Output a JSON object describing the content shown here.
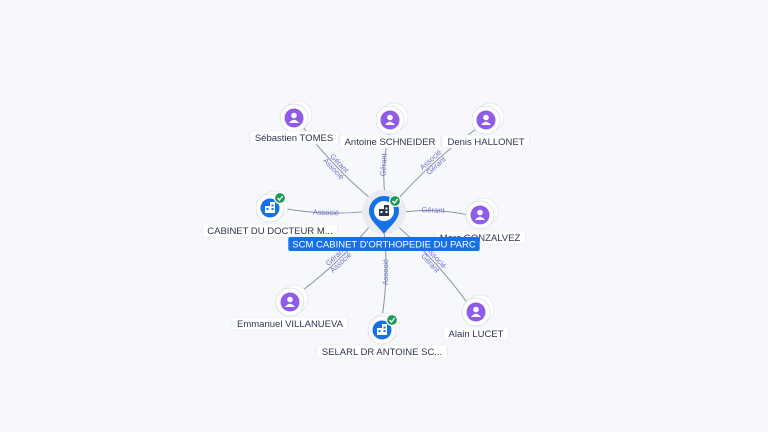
{
  "colors": {
    "person_icon": "#8e5ce8",
    "company_icon": "#1670e8",
    "check_badge": "#1e9a5a",
    "edge": "#8a93a6",
    "edge_label": "#6b73c9",
    "center_label_bg": "#1670e8"
  },
  "center": {
    "name": "SCM CABINET D'ORTHOPEDIE DU PARC",
    "icon": "building-icon",
    "verified": true
  },
  "nodes": [
    {
      "id": "n1",
      "name": "Sébastien TOMES",
      "type": "person",
      "icon": "person-icon",
      "roles": [
        "Gérant",
        "Associé"
      ]
    },
    {
      "id": "n2",
      "name": "Antoine SCHNEIDER",
      "type": "person",
      "icon": "person-icon",
      "roles": [
        "Gérant"
      ]
    },
    {
      "id": "n3",
      "name": "Denis HALLONET",
      "type": "person",
      "icon": "person-icon",
      "roles": [
        "Gérant",
        "Associé"
      ]
    },
    {
      "id": "n4",
      "name": "CABINET DU DOCTEUR M...",
      "type": "company",
      "icon": "building-icon",
      "verified": true,
      "roles": [
        "Associé"
      ]
    },
    {
      "id": "n5",
      "name": "Marc GONZALVEZ",
      "type": "person",
      "icon": "person-icon",
      "roles": [
        "Gérant"
      ]
    },
    {
      "id": "n6",
      "name": "Emmanuel VILLANUEVA",
      "type": "person",
      "icon": "person-icon",
      "roles": [
        "Gérant",
        "Associé"
      ]
    },
    {
      "id": "n7",
      "name": "SELARL DR ANTOINE SC...",
      "type": "company",
      "icon": "building-icon",
      "verified": true,
      "roles": [
        "Associé"
      ]
    },
    {
      "id": "n8",
      "name": "Alain LUCET",
      "type": "person",
      "icon": "person-icon",
      "roles": [
        "Gérant",
        "Associé"
      ]
    }
  ]
}
